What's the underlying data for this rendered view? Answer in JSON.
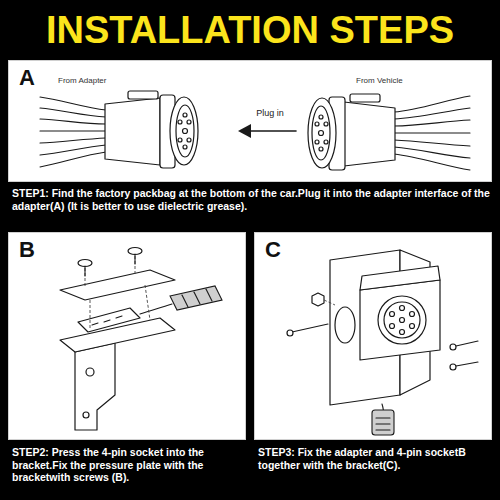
{
  "diagram": {
    "title": "INSTALLATION STEPS",
    "nodes": [
      {
        "text": [
          "A"
        ]
      },
      {
        "text": [
          "B"
        ]
      },
      {
        "text": [
          "C"
        ]
      }
    ],
    "labels": [
      "From Adapter",
      "Plug in",
      "From Vehicle",
      "STEP1: Find the factory packbag at the bottom of the car.Plug it into the adapter interface of the adapter(A) (It is better to use dielectric grease).",
      "STEP2: Press the 4-pin socket into the bracket.Fix the pressure plate with the bracketwith screws (B).",
      "STEP3: Fix the adapter and 4-pin socketB together with the bracket(C)."
    ]
  }
}
